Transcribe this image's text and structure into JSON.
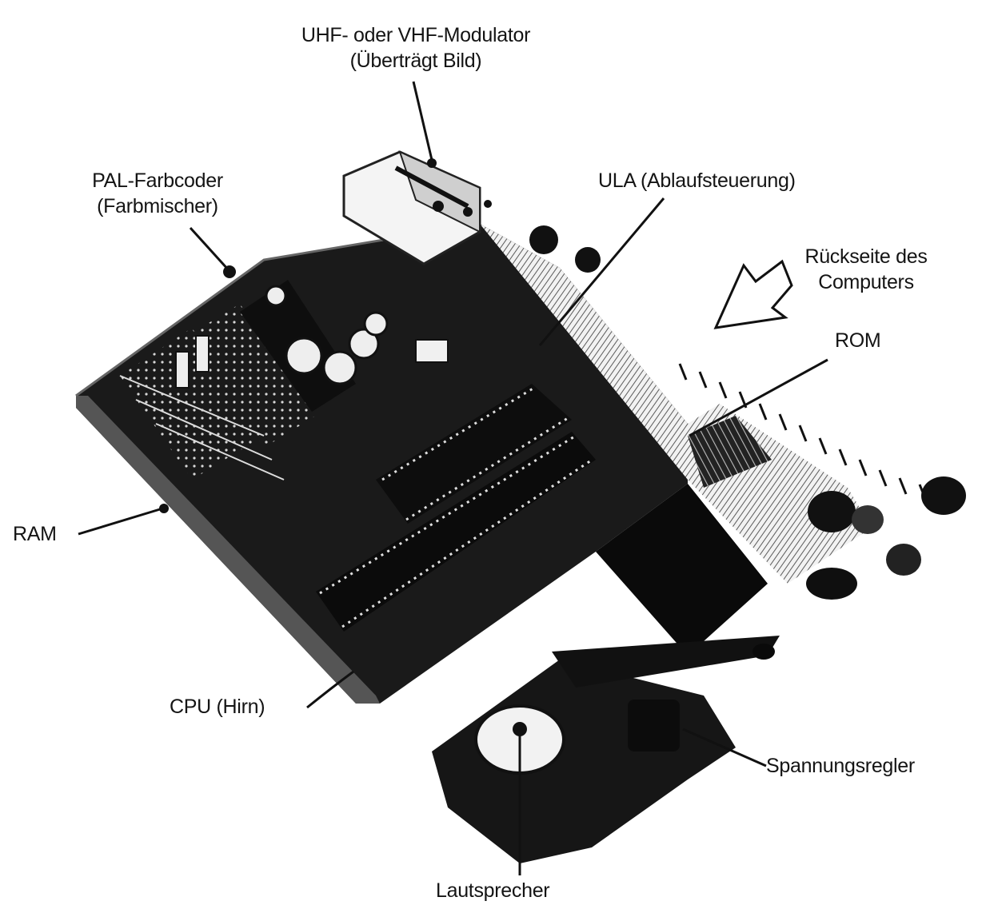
{
  "labels": {
    "modulator": {
      "line1": "UHF- oder VHF-Modulator",
      "line2": "(Überträgt Bild)"
    },
    "pal": {
      "line1": "PAL-Farbcoder",
      "line2": "(Farbmischer)"
    },
    "ula": "ULA (Ablaufsteuerung)",
    "back": {
      "line1": "Rückseite des",
      "line2": "Computers"
    },
    "rom": "ROM",
    "ram": "RAM",
    "cpu": "CPU (Hirn)",
    "regulator": "Spannungsregler",
    "speaker": "Lautsprecher"
  },
  "colors": {
    "ink": "#111111",
    "board": "#1a1a1a",
    "paper": "#ffffff"
  }
}
